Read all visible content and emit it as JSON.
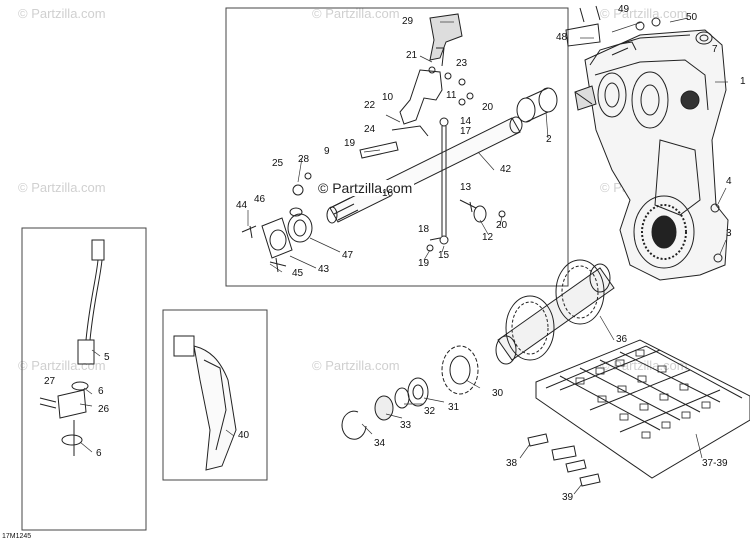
{
  "watermark": "© Partzilla.com",
  "center_watermark": "© Partzilla.com",
  "diagram_code": "17M1245",
  "callouts": {
    "c1": "1",
    "c2": "2",
    "c3": "3",
    "c4": "4",
    "c5": "5",
    "c6a": "6",
    "c6b": "6",
    "c7": "7",
    "c9": "9",
    "c10": "10",
    "c11": "11",
    "c12": "12",
    "c13": "13",
    "c14": "14",
    "c15": "15",
    "c16": "16",
    "c17": "17",
    "c18": "18",
    "c19a": "19",
    "c19b": "19",
    "c20a": "20",
    "c20b": "20",
    "c21": "21",
    "c22": "22",
    "c23": "23",
    "c24": "24",
    "c25": "25",
    "c26": "26",
    "c27": "27",
    "c28": "28",
    "c29": "29",
    "c30": "30",
    "c31": "31",
    "c32": "32",
    "c33": "33",
    "c34": "34",
    "c36": "36",
    "c3739": "37-39",
    "c38": "38",
    "c39": "39",
    "c40": "40",
    "c42": "42",
    "c43": "43",
    "c44": "44",
    "c45": "45",
    "c46": "46",
    "c47": "47",
    "c48": "48",
    "c49": "49",
    "c50": "50"
  }
}
